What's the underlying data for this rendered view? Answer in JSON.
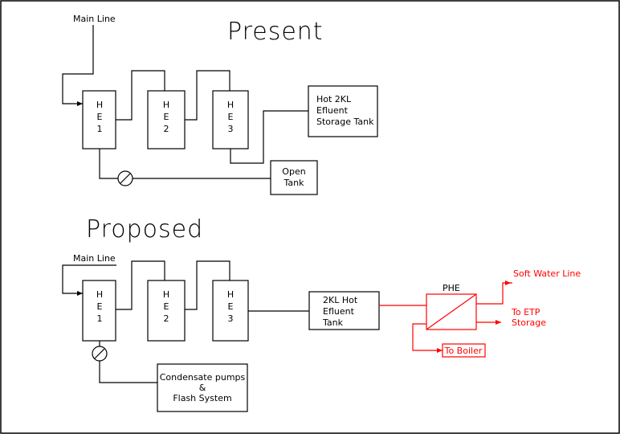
{
  "colors": {
    "line": "#000000",
    "accent": "#ff0000",
    "background": "#ffffff"
  },
  "present": {
    "title": "Present",
    "main_line": "Main Line",
    "he1": [
      "H",
      "E",
      "1"
    ],
    "he2": [
      "H",
      "E",
      "2"
    ],
    "he3": [
      "H",
      "E",
      "3"
    ],
    "storage_tank": [
      "Hot  2KL",
      "Efluent",
      "Storage Tank"
    ],
    "open_tank": [
      "Open",
      "Tank"
    ]
  },
  "proposed": {
    "title": "Proposed",
    "main_line": "Main Line",
    "he1": [
      "H",
      "E",
      "1"
    ],
    "he2": [
      "H",
      "E",
      "2"
    ],
    "he3": [
      "H",
      "E",
      "3"
    ],
    "hot_tank": [
      "2KL Hot",
      "Efluent",
      "Tank"
    ],
    "phe": "PHE",
    "soft_water_line": "Soft Water Line",
    "to_etp_storage": [
      "To  ETP",
      "Storage"
    ],
    "to_boiler": "To Boiler",
    "condensate": [
      "Condensate pumps",
      "&",
      "Flash System"
    ]
  }
}
